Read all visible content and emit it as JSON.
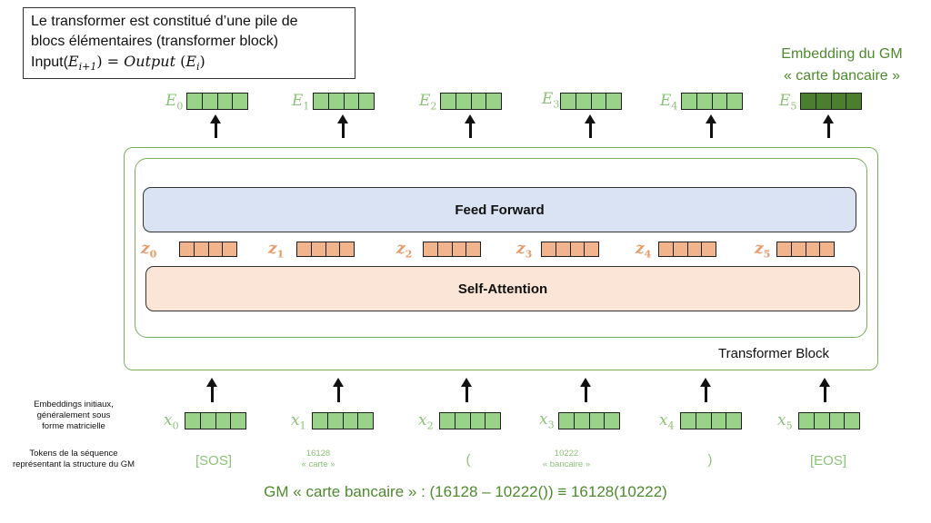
{
  "note": {
    "line1": "Le transformer est constitué d’une pile de",
    "line2": "blocs élémentaires (transformer block)",
    "formula_prefix": "Input(",
    "formula_var1": "E",
    "formula_sub1": "i+1",
    "formula_mid": ") = ",
    "formula_output": "Output",
    "formula_space": " (",
    "formula_var2": "E",
    "formula_sub2": "i",
    "formula_close": ")"
  },
  "gm_embedding": {
    "line1": "Embedding du GM",
    "line2": "« carte bancaire »"
  },
  "embeddings_out": [
    {
      "var": "E",
      "sub": "0"
    },
    {
      "var": "E",
      "sub": "1"
    },
    {
      "var": "E",
      "sub": "2"
    },
    {
      "var": "E",
      "sub": "3"
    },
    {
      "var": "E",
      "sub": "4"
    },
    {
      "var": "E",
      "sub": "5"
    }
  ],
  "z_vectors": [
    {
      "var": "z",
      "sub": "0"
    },
    {
      "var": "z",
      "sub": "1"
    },
    {
      "var": "z",
      "sub": "2"
    },
    {
      "var": "z",
      "sub": "3"
    },
    {
      "var": "z",
      "sub": "4"
    },
    {
      "var": "z",
      "sub": "5"
    }
  ],
  "inputs": [
    {
      "var": "x",
      "sub": "0"
    },
    {
      "var": "x",
      "sub": "1"
    },
    {
      "var": "x",
      "sub": "2"
    },
    {
      "var": "x",
      "sub": "3"
    },
    {
      "var": "x",
      "sub": "4"
    },
    {
      "var": "x",
      "sub": "5"
    }
  ],
  "block": {
    "feed_forward": "Feed Forward",
    "self_attention": "Self-Attention",
    "label": "Transformer Block"
  },
  "side": {
    "emb_line1": "Embeddings initiaux,",
    "emb_line2": "généralement sous",
    "emb_line3": "forme matricielle",
    "tok_line1": "Tokens de la séquence",
    "tok_line2": "représentant la structure du GM"
  },
  "tokens": {
    "t0": "[SOS]",
    "t1_line1": "16128",
    "t1_line2": "« carte »",
    "t2": "(",
    "t3_line1": "10222",
    "t3_line2": "« bancaire »",
    "t4": ")",
    "t5": "[EOS]"
  },
  "formula": "GM « carte bancaire » : (16128 – 10222()) ≡ 16128(10222)",
  "colors": {
    "embedding_green": "#9bd28a",
    "final_embedding": "#4a7f2f",
    "z_orange": "#f2b48c",
    "feed_forward_bg": "#dae3f3",
    "self_attention_bg": "#fbe5d6"
  }
}
